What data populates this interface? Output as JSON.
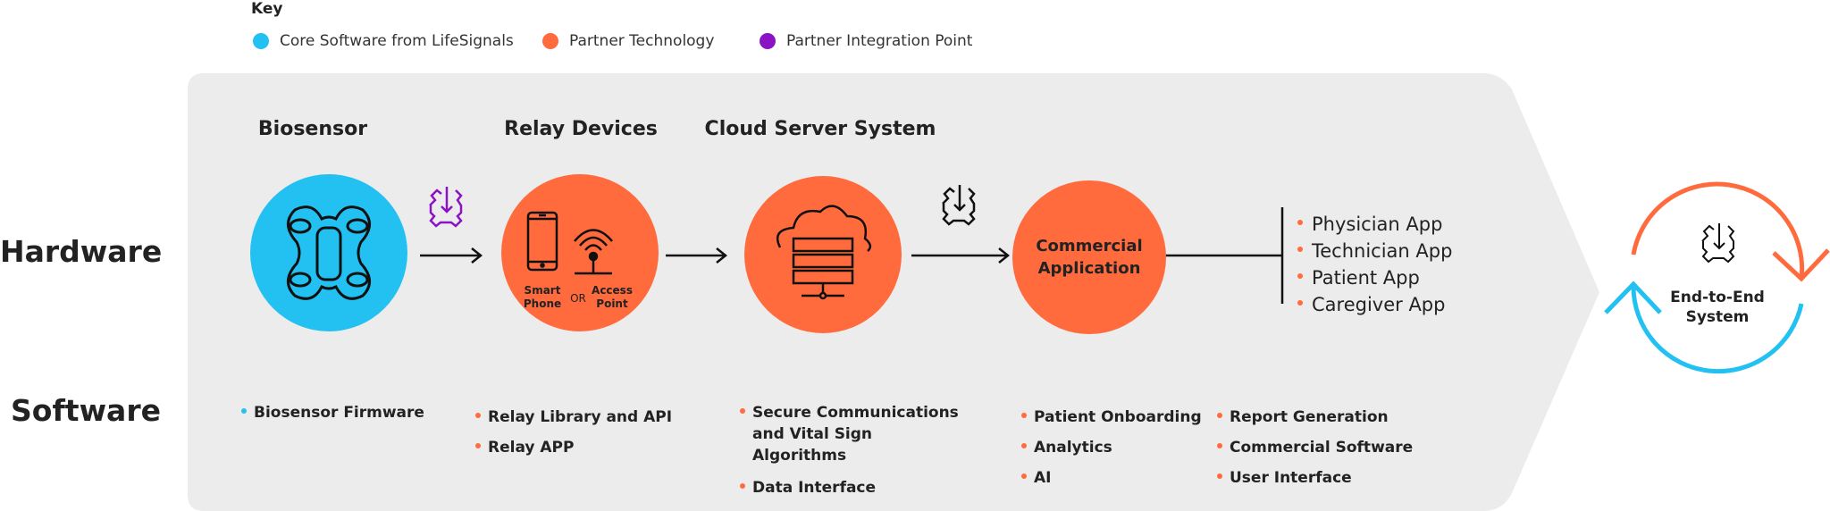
{
  "key": {
    "title": "Key",
    "items": [
      {
        "label": "Core Software from LifeSignals",
        "color": "#22c1f1"
      },
      {
        "label": "Partner Technology",
        "color": "#ff6b3d"
      },
      {
        "label": "Partner Integration Point",
        "color": "#8a13c4"
      }
    ]
  },
  "rows": {
    "hardware": "Hardware",
    "software": "Software"
  },
  "stages": {
    "biosensor": "Biosensor",
    "relay": "Relay Devices",
    "cloud": "Cloud Server System"
  },
  "relay_circle": {
    "smart_phone": "Smart Phone",
    "or": "OR",
    "access_point": "Access Point"
  },
  "commercial": "Commercial Application",
  "apps": [
    "Physician App",
    "Technician App",
    "Patient App",
    "Caregiver App"
  ],
  "end_to_end": "End-to-End System",
  "software": {
    "biosensor": [
      {
        "label": "Biosensor Firmware",
        "color": "#22c1f1"
      }
    ],
    "relay": [
      {
        "label": "Relay Library and API",
        "color": "#ff6b3d"
      },
      {
        "label": "Relay APP",
        "color": "#ff6b3d"
      }
    ],
    "cloud": [
      {
        "label": "Secure Communications and Vital Sign Algorithms",
        "color": "#ff6b3d"
      },
      {
        "label": "Data Interface",
        "color": "#ff6b3d"
      }
    ],
    "commercial_a": [
      {
        "label": "Patient Onboarding",
        "color": "#ff6b3d"
      },
      {
        "label": "Analytics",
        "color": "#ff6b3d"
      },
      {
        "label": "AI",
        "color": "#ff6b3d"
      }
    ],
    "commercial_b": [
      {
        "label": "Report Generation",
        "color": "#ff6b3d"
      },
      {
        "label": "Commercial Software",
        "color": "#ff6b3d"
      },
      {
        "label": "User Interface",
        "color": "#ff6b3d"
      }
    ]
  }
}
